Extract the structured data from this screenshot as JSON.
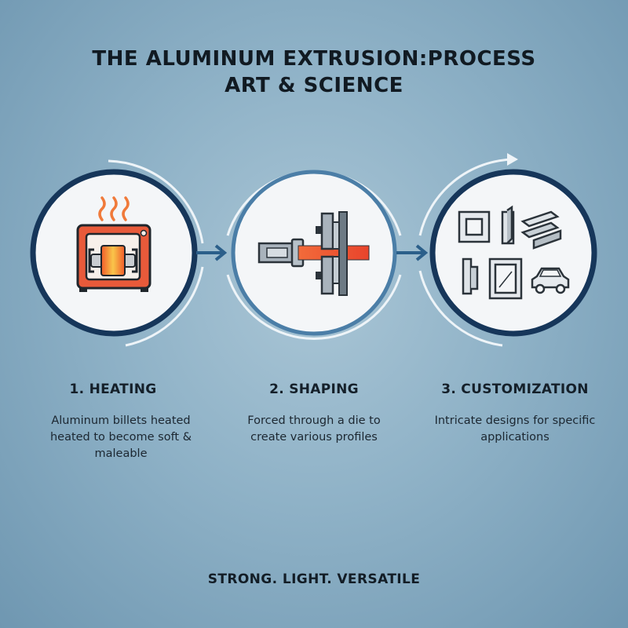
{
  "title": {
    "line1": "THE ALUMINUM EXTRUSION:PROCESS",
    "line2": "ART & SCIENCE"
  },
  "steps": [
    {
      "title": "1. HEATING",
      "description": "Aluminum billets heated heated to become soft & maleable",
      "icon": "furnace-icon"
    },
    {
      "title": "2. SHAPING",
      "description": "Forced through a die to create various profiles",
      "icon": "extrusion-die-icon"
    },
    {
      "title": "3. CUSTOMIZATION",
      "description": "Intricate designs for specific applications",
      "icon": "profiles-icon"
    }
  ],
  "tagline": "STRONG. LIGHT. VERSATILE",
  "colors": {
    "ring_dark": "#16365a",
    "ring_light": "#e8f0f5",
    "accent_orange": "#e85a3a",
    "hot_yellow": "#f6a03a",
    "steel_gray": "#a9b3bc",
    "arrow_blue": "#2b5f8a"
  }
}
